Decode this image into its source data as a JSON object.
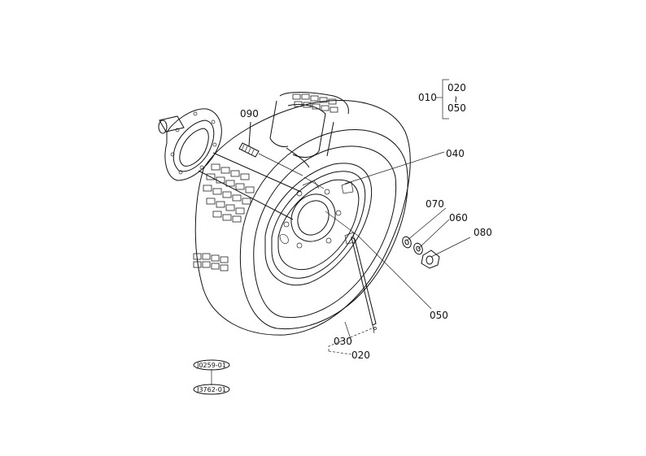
{
  "parts": {
    "p010": "010",
    "p020_top": "020",
    "range_sep": "≀",
    "p050_top": "050",
    "p090": "090",
    "p040": "040",
    "p070": "070",
    "p060": "060",
    "p080": "080",
    "p050_bottom": "050",
    "p030": "030",
    "p020_bottom": "020"
  },
  "refs": {
    "ref_top": "J0259-01",
    "ref_bottom": "J3762-01"
  }
}
